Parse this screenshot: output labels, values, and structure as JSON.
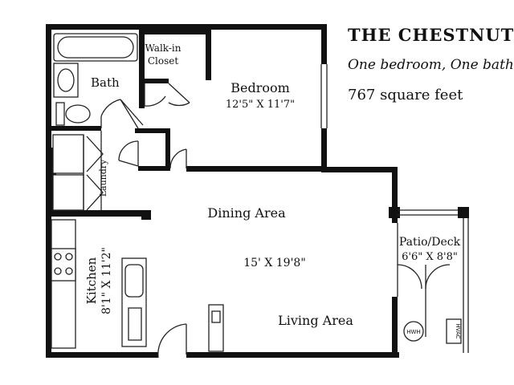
{
  "title": "THE CHESTNUT",
  "subtitle": "One bedroom, One bath.",
  "area": "767 square feet",
  "rooms": {
    "walkin_line1": "Walk-in",
    "walkin_line2": "Closet",
    "bath": "Bath",
    "bedroom": "Bedroom",
    "bedroom_dim": "12'5\" X 11'7\"",
    "laundry": "Laundry",
    "dining": "Dining Area",
    "living_dim": "15' X 19'8\"",
    "living": "Living Area",
    "kitchen": "Kitchen",
    "kitchen_dim": "8'1\" X 11'2\"",
    "patio": "Patio/Deck",
    "patio_dim": "6'6\" X 8'8\"",
    "hwh": "HWH",
    "hvac": "HVAC"
  }
}
